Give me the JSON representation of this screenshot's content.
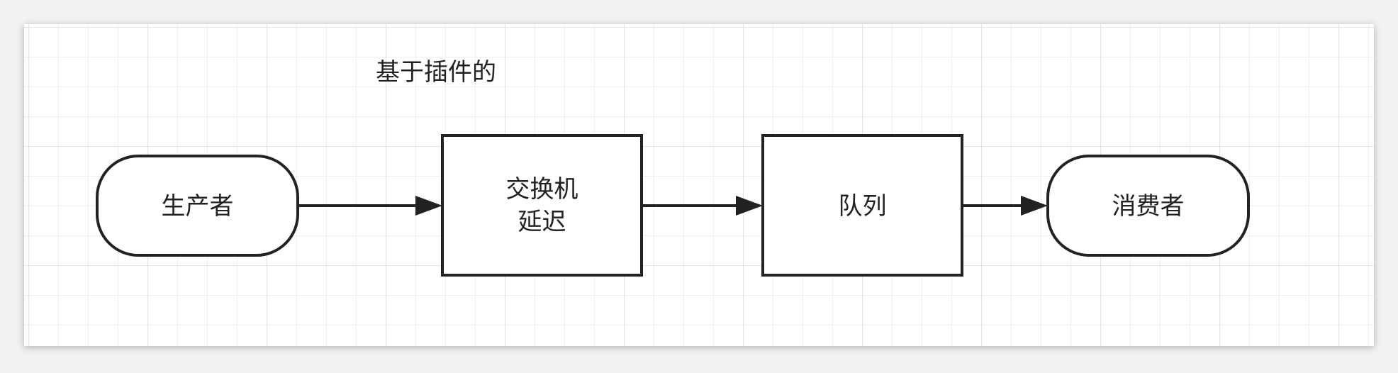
{
  "caption": "基于插件的",
  "nodes": {
    "producer": {
      "label": "生产者"
    },
    "exchange": {
      "line1": "交换机",
      "line2": "延迟"
    },
    "queue": {
      "label": "队列"
    },
    "consumer": {
      "label": "消费者"
    }
  },
  "colors": {
    "stroke": "#222222",
    "fill": "#ffffff",
    "grid_major": "#e2e2e2",
    "grid_minor": "#eeeeee"
  }
}
